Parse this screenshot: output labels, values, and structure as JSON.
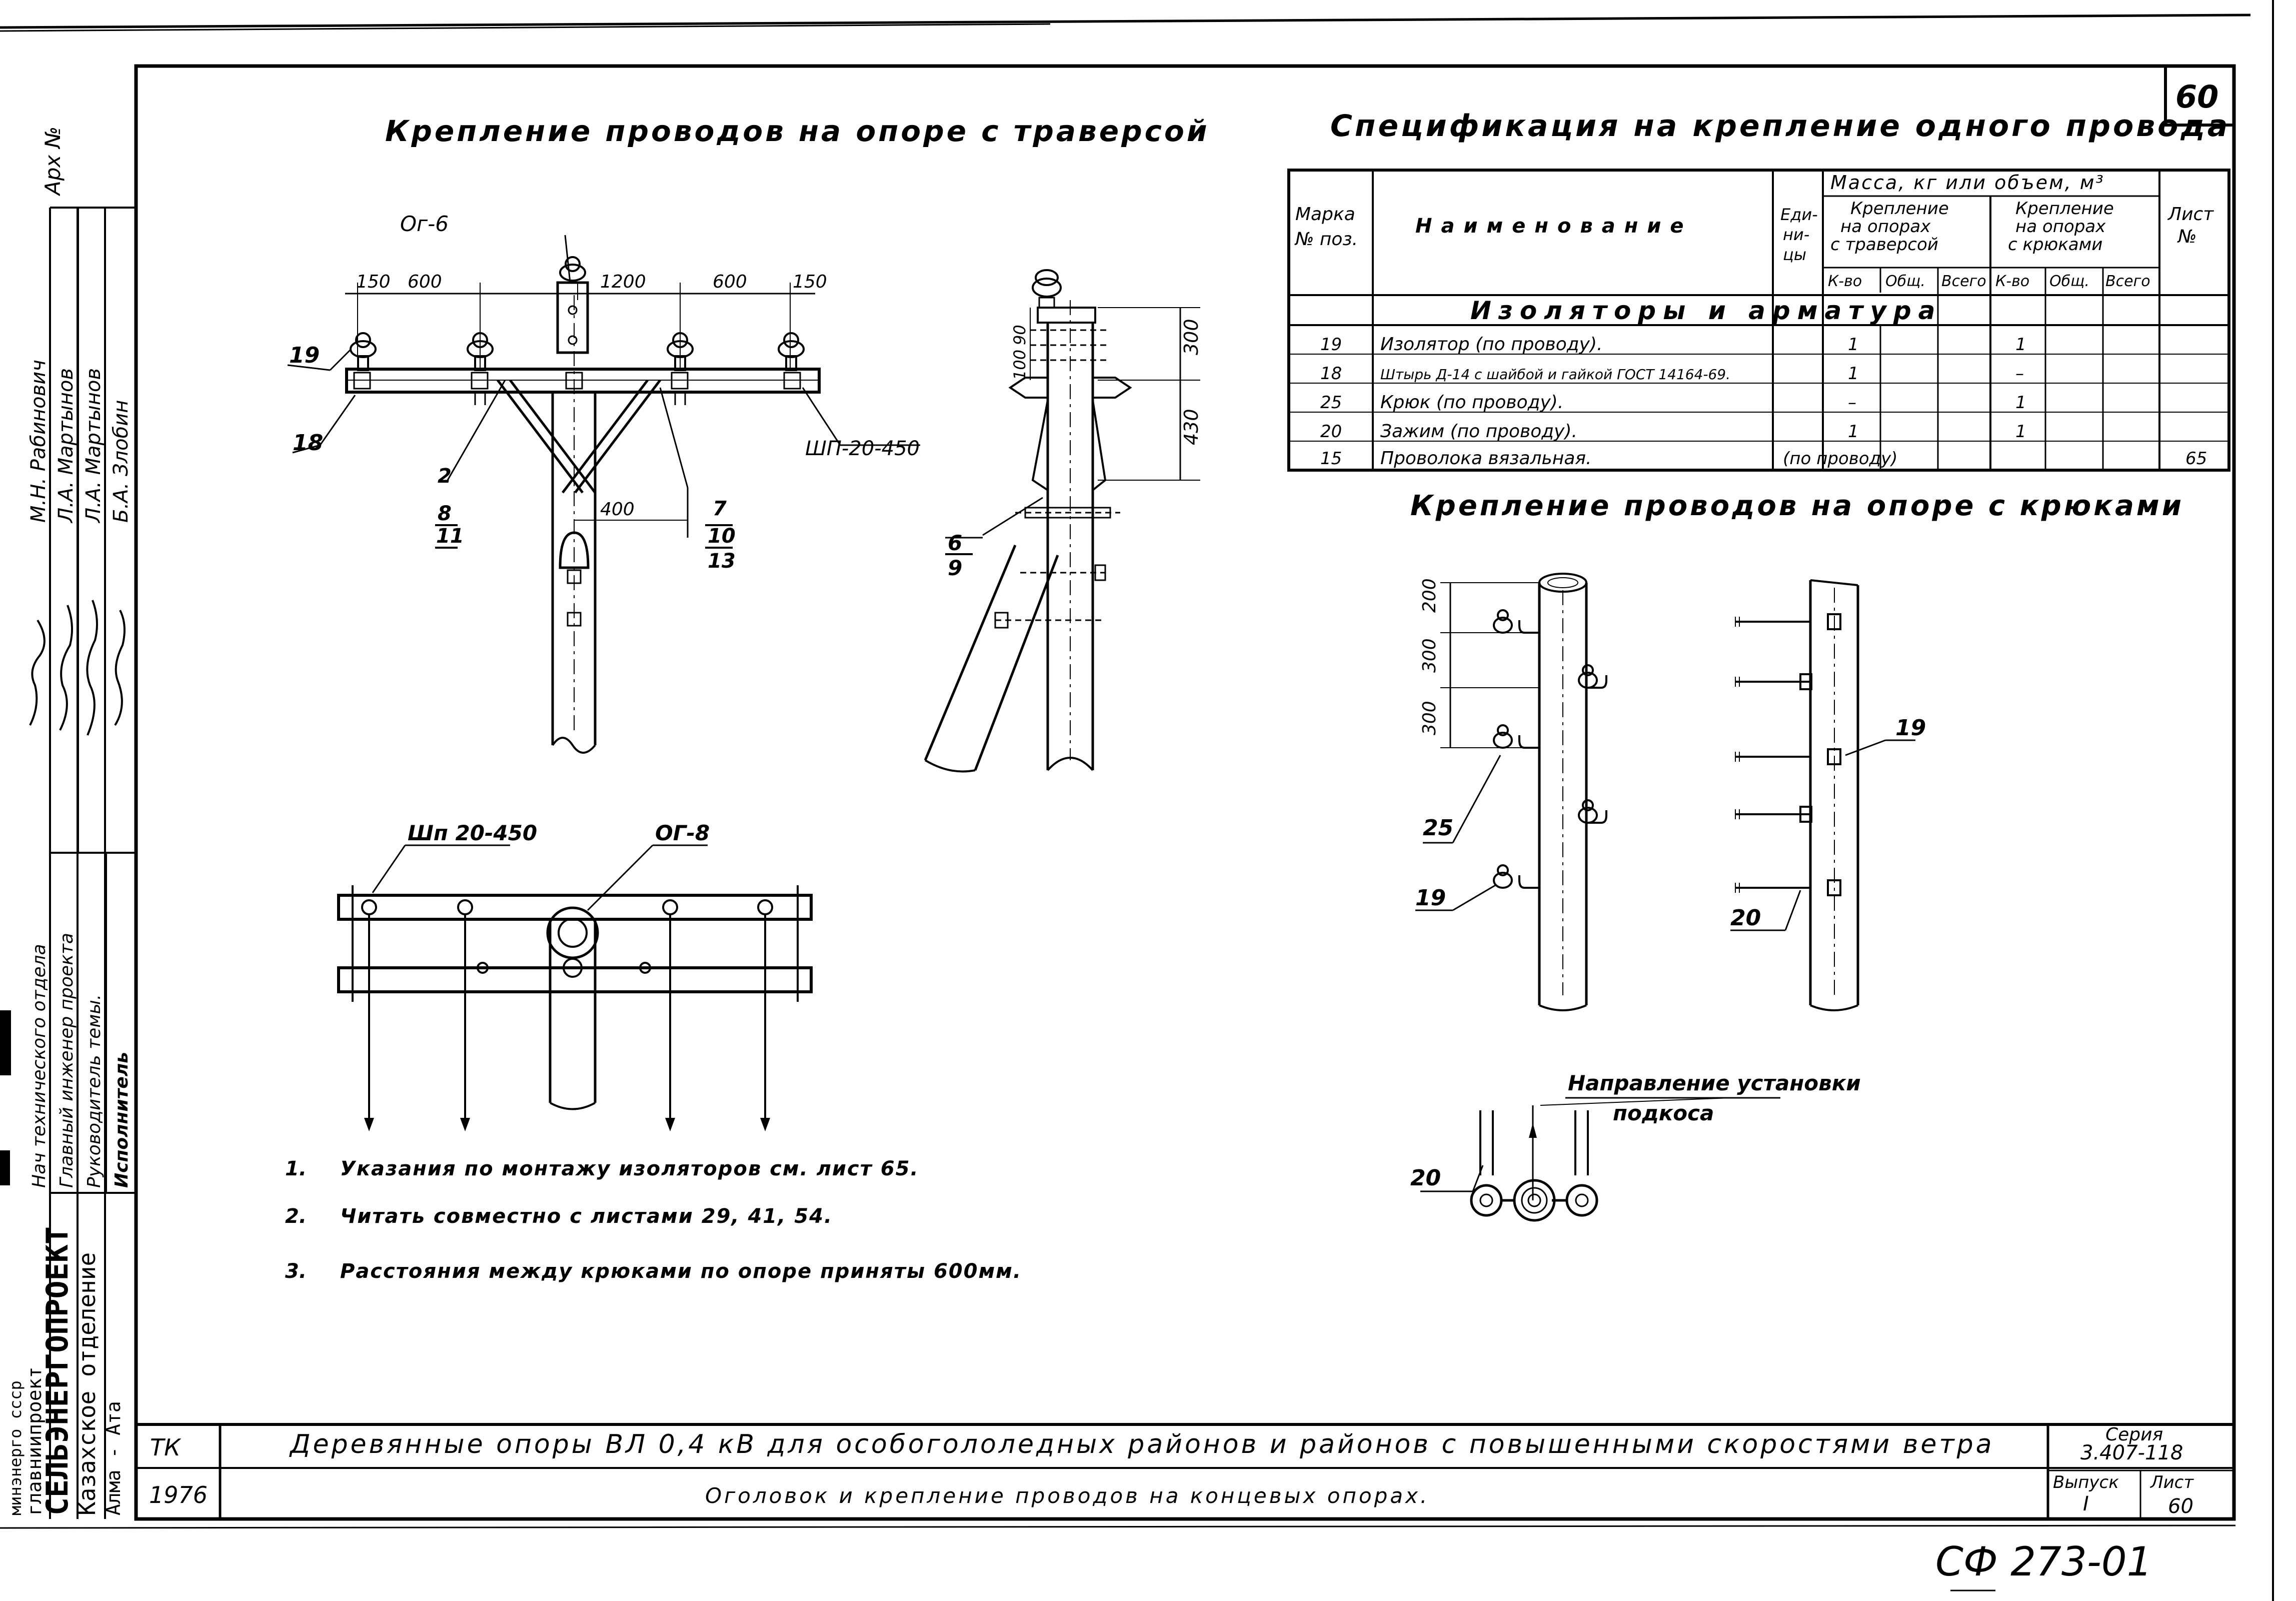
{
  "sheet_number": "60",
  "arch_label": "Арх №",
  "titles": {
    "traverse": "Крепление проводов на опоре с траверсой",
    "spec": "Спецификация на крепление одного провода",
    "hooks": "Крепление проводов на опоре с крюками"
  },
  "spec_table": {
    "col_mark": [
      "Марка",
      "№ поз."
    ],
    "col_name": "Наименование",
    "col_unit": [
      "Еди-",
      "ни-",
      "цы"
    ],
    "col_mass": "Масса, кг или объем, м³",
    "col_trav": [
      "Крепление",
      "на опорах",
      "с траверсой"
    ],
    "col_hook": [
      "Крепление",
      "на опорах",
      "с крюками"
    ],
    "col_sheet": [
      "Лист",
      "№"
    ],
    "sub_kvo": "К-во",
    "sub_obsch": "Общ.",
    "sub_vsego": "Всего",
    "section": "Изоляторы и арматура",
    "rows": [
      {
        "mark": "19",
        "name": "Изолятор (по проводу).",
        "unit": "",
        "trav_kvo": "1",
        "hook_kvo": "1",
        "sheet": ""
      },
      {
        "mark": "18",
        "name": "Штырь Д-14 с шайбой и гайкой ГОСТ 14164-69.",
        "unit": "",
        "trav_kvo": "1",
        "hook_kvo": "–",
        "sheet": ""
      },
      {
        "mark": "25",
        "name": "Крюк (по проводу).",
        "unit": "",
        "trav_kvo": "–",
        "hook_kvo": "1",
        "sheet": ""
      },
      {
        "mark": "20",
        "name": "Зажим (по проводу).",
        "unit": "",
        "trav_kvo": "1",
        "hook_kvo": "1",
        "sheet": ""
      },
      {
        "mark": "15",
        "name": "Проволока вязальная.",
        "unit": "(по проводу)",
        "trav_kvo": "",
        "hook_kvo": "",
        "sheet": "65"
      }
    ]
  },
  "traverse_front": {
    "og_label": "Ог-6",
    "dim_150_left": "150",
    "dim_600_left": "600",
    "dim_1200": "1200",
    "dim_600_right": "600",
    "dim_150_right": "150",
    "callout_19": "19",
    "callout_18": "18",
    "callout_shp": "ШП-20-450",
    "callout_2": "2",
    "callout_8": "8",
    "callout_11": "11",
    "dim_400": "400",
    "callout_7": "7",
    "callout_10": "10",
    "callout_13": "13"
  },
  "traverse_side": {
    "dim_90": "90",
    "dim_100": "100",
    "dim_300": "300",
    "dim_430": "430",
    "callout_6": "6",
    "callout_9": "9"
  },
  "traverse_plan": {
    "callout_shp": "Шп 20-450",
    "callout_og": "ОГ-8"
  },
  "hooks_view": {
    "dim_200": "200",
    "dim_300a": "300",
    "dim_300b": "300",
    "callout_25": "25",
    "callout_19_left": "19",
    "callout_19_right": "19",
    "callout_20": "20"
  },
  "direction": {
    "label_1": "Направление установки",
    "label_2": "подкоса",
    "callout_20": "20"
  },
  "notes": [
    {
      "num": "1.",
      "text": "Указания по монтажу изоляторов см. лист 65."
    },
    {
      "num": "2.",
      "text": "Читать совместно с листами 29, 41, 54."
    },
    {
      "num": "3.",
      "text": "Расстояния между крюками по опоре приняты 600мм."
    }
  ],
  "side_stamp": {
    "roles": [
      "Нач технического отдела",
      "Главный инженер проекта",
      "Руководитель темы.",
      "Исполнитель"
    ],
    "names": [
      "М.Н. Рабинович",
      "Л.А. Мартынов",
      "Л.А. Мартынов",
      "Б.А. Злобин"
    ],
    "org_1": "минэнерго ссср",
    "org_2": "главниипроект",
    "org_3": "СЕЛЬЭНЕРГОПРОЕКТ",
    "org_4": "Казахское отделение",
    "org_5": "Алма - Ата"
  },
  "title_block": {
    "tk": "ТК",
    "year": "1976",
    "main_title": "Деревянные опоры ВЛ 0,4 кВ для особогололедных районов и районов с повышенными скоростями ветра",
    "subtitle": "Оголовок и крепление проводов на концевых опорах.",
    "series_label": "Серия",
    "series_value": "3.407-118",
    "issue_label": "Выпуск",
    "issue_value": "I",
    "sheet_label": "Лист",
    "sheet_value": "60"
  },
  "bottom_code": "СФ 273-01"
}
